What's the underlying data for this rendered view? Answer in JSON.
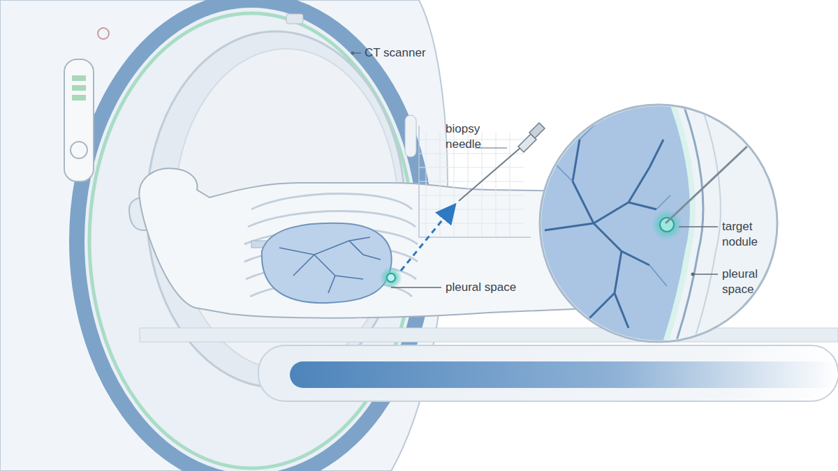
{
  "diagram": {
    "labels": [
      "CT scanner",
      "biopsy needle",
      "pleural space",
      "target nodule",
      "pleural space"
    ]
  }
}
